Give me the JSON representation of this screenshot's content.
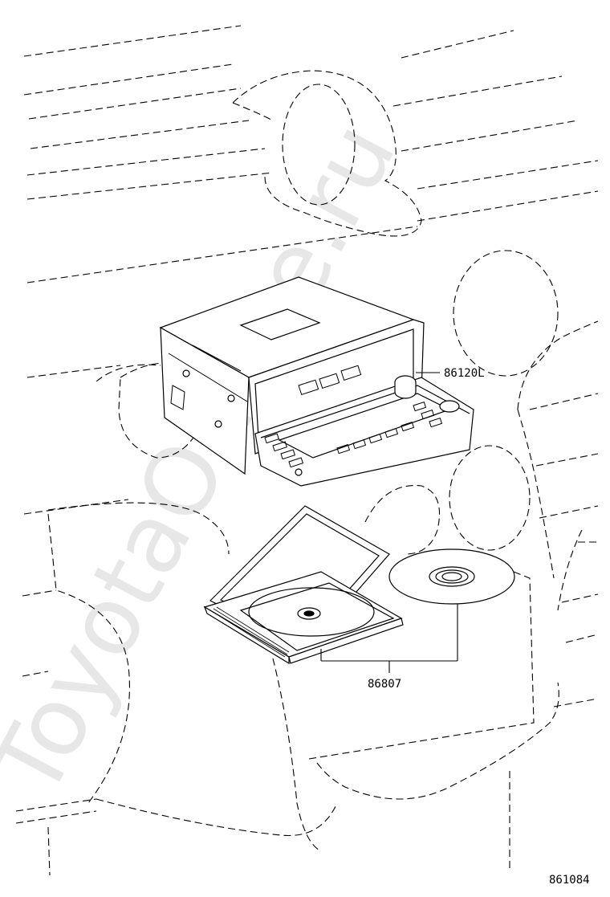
{
  "watermark": "ToyotaOnline.ru",
  "parts": {
    "head_unit_part_number": "86120L",
    "disc_part_number": "86807"
  },
  "diagram_id": "861084",
  "colors": {
    "line": "#000000",
    "watermark": "#e7e7e7",
    "background": "#ffffff"
  }
}
